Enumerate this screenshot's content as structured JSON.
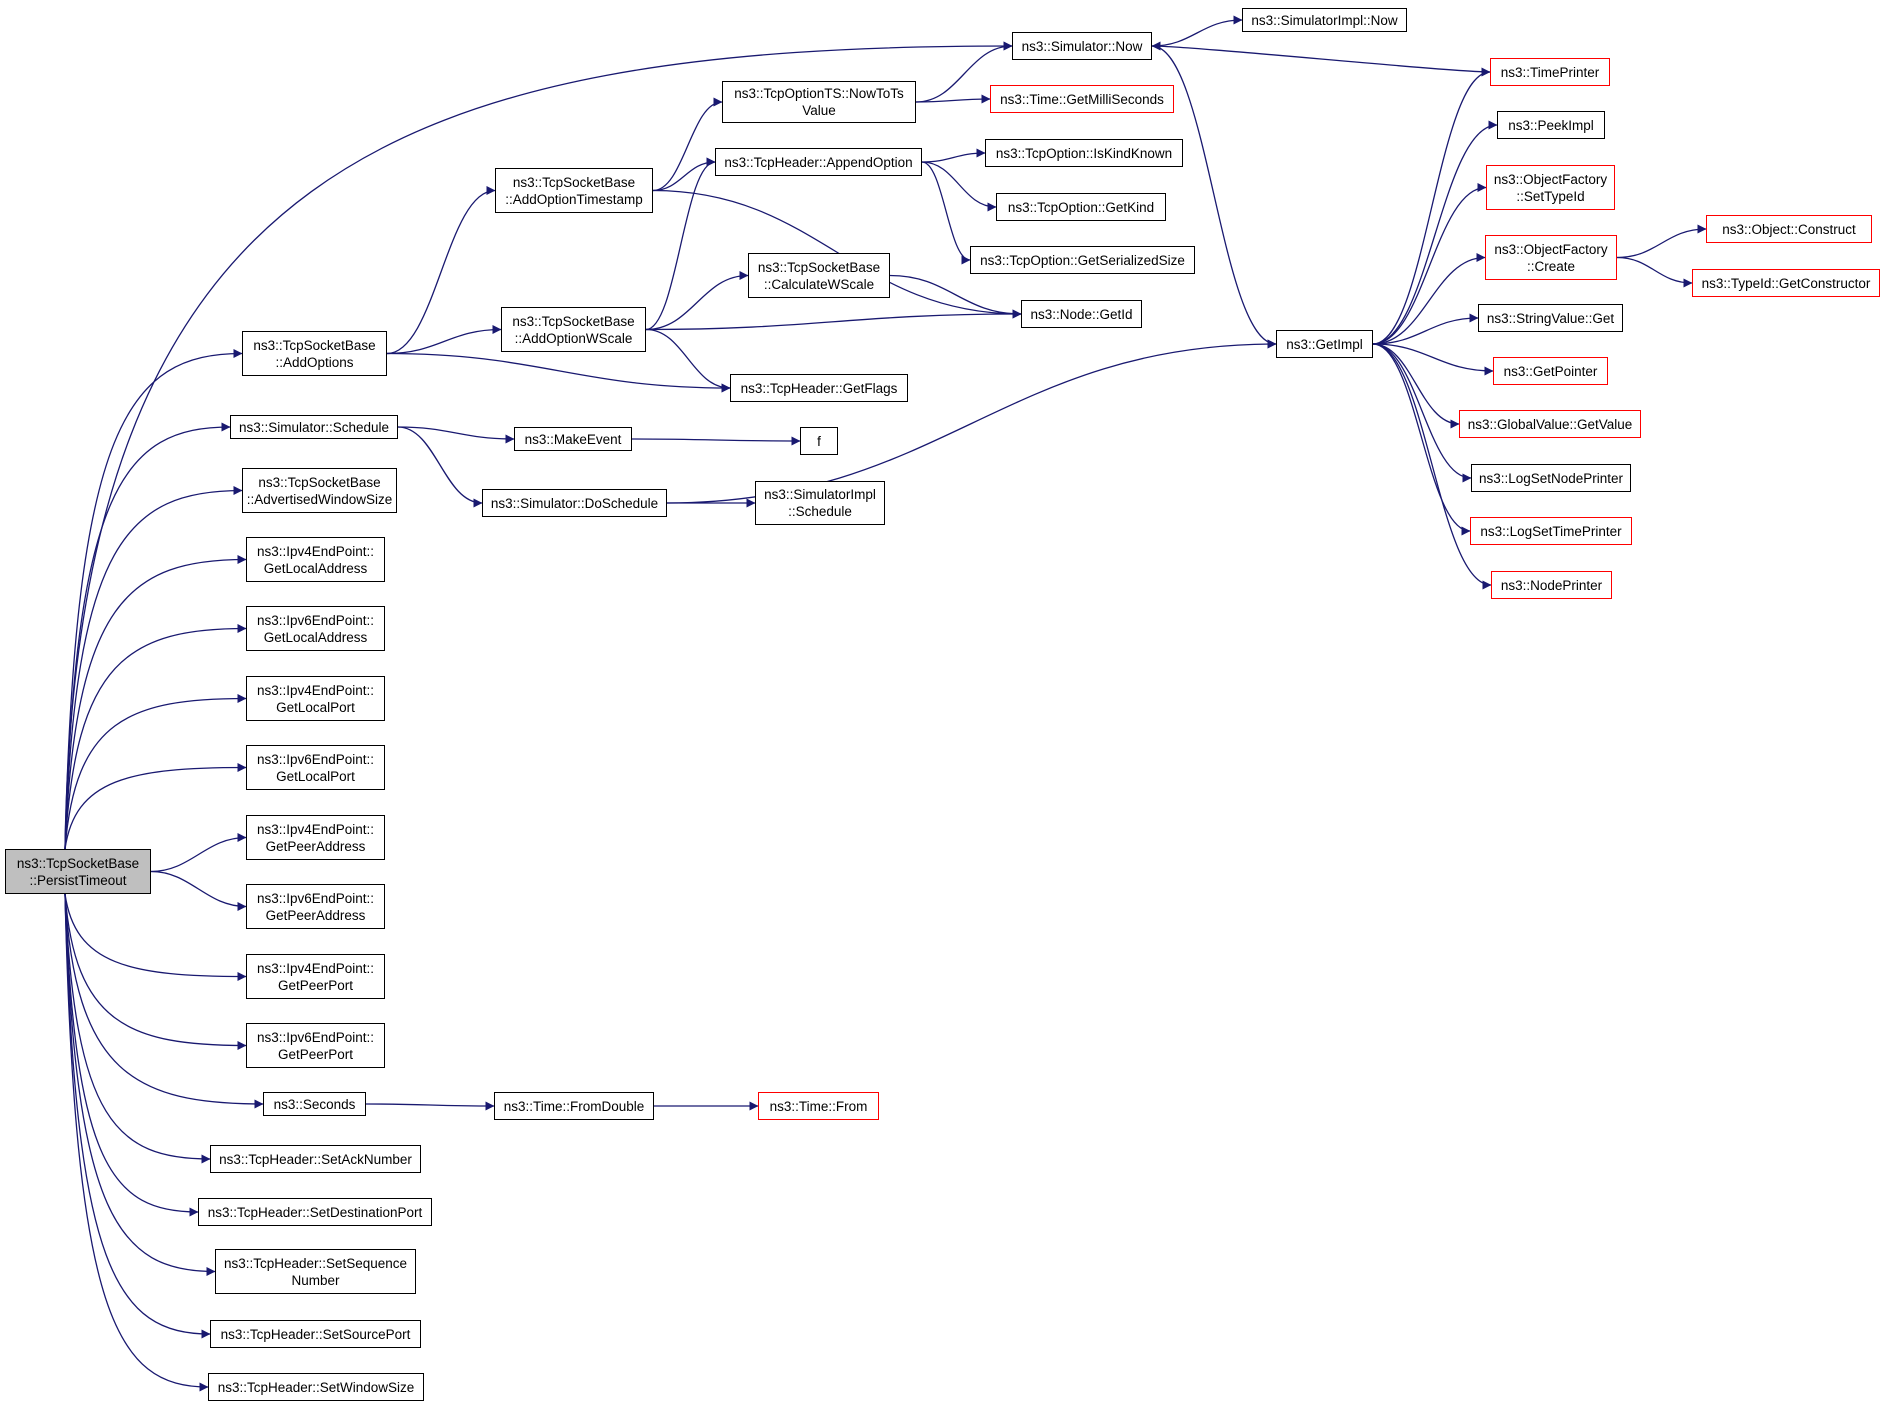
{
  "diagram": {
    "title": "",
    "edge_color": "#191970",
    "colors": {
      "default_border": "#000000",
      "truncated_border": "#ff0000",
      "root_fill": "#bfbfbf"
    },
    "nodes": [
      {
        "id": "root",
        "label": "ns3::TcpSocketBase\n::PersistTimeout",
        "style": "root"
      },
      {
        "id": "addOptions",
        "label": "ns3::TcpSocketBase\n::AddOptions",
        "style": "normal"
      },
      {
        "id": "schedule",
        "label": "ns3::Simulator::Schedule",
        "style": "normal"
      },
      {
        "id": "advWin",
        "label": "ns3::TcpSocketBase\n::AdvertisedWindowSize",
        "style": "normal"
      },
      {
        "id": "v4LocalAddr",
        "label": "ns3::Ipv4EndPoint::\nGetLocalAddress",
        "style": "normal"
      },
      {
        "id": "v6LocalAddr",
        "label": "ns3::Ipv6EndPoint::\nGetLocalAddress",
        "style": "normal"
      },
      {
        "id": "v4LocalPort",
        "label": "ns3::Ipv4EndPoint::\nGetLocalPort",
        "style": "normal"
      },
      {
        "id": "v6LocalPort",
        "label": "ns3::Ipv6EndPoint::\nGetLocalPort",
        "style": "normal"
      },
      {
        "id": "v4PeerAddr",
        "label": "ns3::Ipv4EndPoint::\nGetPeerAddress",
        "style": "normal"
      },
      {
        "id": "v6PeerAddr",
        "label": "ns3::Ipv6EndPoint::\nGetPeerAddress",
        "style": "normal"
      },
      {
        "id": "v4PeerPort",
        "label": "ns3::Ipv4EndPoint::\nGetPeerPort",
        "style": "normal"
      },
      {
        "id": "v6PeerPort",
        "label": "ns3::Ipv6EndPoint::\nGetPeerPort",
        "style": "normal"
      },
      {
        "id": "seconds",
        "label": "ns3::Seconds",
        "style": "normal"
      },
      {
        "id": "setAck",
        "label": "ns3::TcpHeader::SetAckNumber",
        "style": "normal"
      },
      {
        "id": "setDest",
        "label": "ns3::TcpHeader::SetDestinationPort",
        "style": "normal"
      },
      {
        "id": "setSeq",
        "label": "ns3::TcpHeader::SetSequence\nNumber",
        "style": "normal"
      },
      {
        "id": "setSrc",
        "label": "ns3::TcpHeader::SetSourcePort",
        "style": "normal"
      },
      {
        "id": "setWin",
        "label": "ns3::TcpHeader::SetWindowSize",
        "style": "normal"
      },
      {
        "id": "addTs",
        "label": "ns3::TcpSocketBase\n::AddOptionTimestamp",
        "style": "normal"
      },
      {
        "id": "addWs",
        "label": "ns3::TcpSocketBase\n::AddOptionWScale",
        "style": "normal"
      },
      {
        "id": "getFlags",
        "label": "ns3::TcpHeader::GetFlags",
        "style": "normal"
      },
      {
        "id": "makeEvent",
        "label": "ns3::MakeEvent",
        "style": "normal"
      },
      {
        "id": "doSchedule",
        "label": "ns3::Simulator::DoSchedule",
        "style": "normal"
      },
      {
        "id": "fromDouble",
        "label": "ns3::Time::FromDouble",
        "style": "normal"
      },
      {
        "id": "timeFrom",
        "label": "ns3::Time::From",
        "style": "red"
      },
      {
        "id": "nowToTs",
        "label": "ns3::TcpOptionTS::NowToTs\nValue",
        "style": "normal"
      },
      {
        "id": "appendOpt",
        "label": "ns3::TcpHeader::AppendOption",
        "style": "normal"
      },
      {
        "id": "calcWs",
        "label": "ns3::TcpSocketBase\n::CalculateWScale",
        "style": "normal"
      },
      {
        "id": "f",
        "label": "f",
        "style": "normal"
      },
      {
        "id": "implSchedule",
        "label": "ns3::SimulatorImpl\n::Schedule",
        "style": "normal"
      },
      {
        "id": "simNow",
        "label": "ns3::Simulator::Now",
        "style": "normal"
      },
      {
        "id": "getMilli",
        "label": "ns3::Time::GetMilliSeconds",
        "style": "red"
      },
      {
        "id": "isKindKnown",
        "label": "ns3::TcpOption::IsKindKnown",
        "style": "normal"
      },
      {
        "id": "getKind",
        "label": "ns3::TcpOption::GetKind",
        "style": "normal"
      },
      {
        "id": "getSerSize",
        "label": "ns3::TcpOption::GetSerializedSize",
        "style": "normal"
      },
      {
        "id": "nodeGetId",
        "label": "ns3::Node::GetId",
        "style": "normal"
      },
      {
        "id": "implNow",
        "label": "ns3::SimulatorImpl::Now",
        "style": "normal"
      },
      {
        "id": "getImpl",
        "label": "ns3::GetImpl",
        "style": "normal"
      },
      {
        "id": "timePrinter",
        "label": "ns3::TimePrinter",
        "style": "red"
      },
      {
        "id": "peekImpl",
        "label": "ns3::PeekImpl",
        "style": "normal"
      },
      {
        "id": "ofSetTypeId",
        "label": "ns3::ObjectFactory\n::SetTypeId",
        "style": "red"
      },
      {
        "id": "ofCreate",
        "label": "ns3::ObjectFactory\n::Create",
        "style": "red"
      },
      {
        "id": "strGet",
        "label": "ns3::StringValue::Get",
        "style": "normal"
      },
      {
        "id": "getPointer",
        "label": "ns3::GetPointer",
        "style": "red"
      },
      {
        "id": "gvGetValue",
        "label": "ns3::GlobalValue::GetValue",
        "style": "red"
      },
      {
        "id": "logSetNode",
        "label": "ns3::LogSetNodePrinter",
        "style": "normal"
      },
      {
        "id": "logSetTime",
        "label": "ns3::LogSetTimePrinter",
        "style": "red"
      },
      {
        "id": "nodePrinter",
        "label": "ns3::NodePrinter",
        "style": "red"
      },
      {
        "id": "objConstruct",
        "label": "ns3::Object::Construct",
        "style": "red"
      },
      {
        "id": "getCtor",
        "label": "ns3::TypeId::GetConstructor",
        "style": "red"
      }
    ],
    "edges": [
      [
        "root",
        "simNow"
      ],
      [
        "root",
        "addOptions"
      ],
      [
        "root",
        "schedule"
      ],
      [
        "root",
        "advWin"
      ],
      [
        "root",
        "v4LocalAddr"
      ],
      [
        "root",
        "v6LocalAddr"
      ],
      [
        "root",
        "v4LocalPort"
      ],
      [
        "root",
        "v6LocalPort"
      ],
      [
        "root",
        "v4PeerAddr"
      ],
      [
        "root",
        "v6PeerAddr"
      ],
      [
        "root",
        "v4PeerPort"
      ],
      [
        "root",
        "v6PeerPort"
      ],
      [
        "root",
        "seconds"
      ],
      [
        "root",
        "setAck"
      ],
      [
        "root",
        "setDest"
      ],
      [
        "root",
        "setSeq"
      ],
      [
        "root",
        "setSrc"
      ],
      [
        "root",
        "setWin"
      ],
      [
        "addOptions",
        "addTs"
      ],
      [
        "addOptions",
        "addWs"
      ],
      [
        "addOptions",
        "getFlags"
      ],
      [
        "addTs",
        "nowToTs"
      ],
      [
        "addTs",
        "appendOpt"
      ],
      [
        "addTs",
        "nodeGetId"
      ],
      [
        "addWs",
        "appendOpt"
      ],
      [
        "addWs",
        "calcWs"
      ],
      [
        "addWs",
        "nodeGetId"
      ],
      [
        "addWs",
        "getFlags"
      ],
      [
        "calcWs",
        "nodeGetId"
      ],
      [
        "nowToTs",
        "simNow"
      ],
      [
        "nowToTs",
        "getMilli"
      ],
      [
        "appendOpt",
        "isKindKnown"
      ],
      [
        "appendOpt",
        "getKind"
      ],
      [
        "appendOpt",
        "getSerSize"
      ],
      [
        "schedule",
        "makeEvent"
      ],
      [
        "schedule",
        "doSchedule"
      ],
      [
        "makeEvent",
        "f"
      ],
      [
        "doSchedule",
        "implSchedule"
      ],
      [
        "doSchedule",
        "getImpl"
      ],
      [
        "seconds",
        "fromDouble"
      ],
      [
        "fromDouble",
        "timeFrom"
      ],
      [
        "simNow",
        "implNow"
      ],
      [
        "simNow",
        "getImpl"
      ],
      [
        "getImpl",
        "timePrinter"
      ],
      [
        "getImpl",
        "peekImpl"
      ],
      [
        "getImpl",
        "ofSetTypeId"
      ],
      [
        "getImpl",
        "ofCreate"
      ],
      [
        "getImpl",
        "strGet"
      ],
      [
        "getImpl",
        "getPointer"
      ],
      [
        "getImpl",
        "gvGetValue"
      ],
      [
        "getImpl",
        "logSetNode"
      ],
      [
        "getImpl",
        "logSetTime"
      ],
      [
        "getImpl",
        "nodePrinter"
      ],
      [
        "timePrinter",
        "simNow"
      ],
      [
        "ofCreate",
        "objConstruct"
      ],
      [
        "ofCreate",
        "getCtor"
      ]
    ]
  }
}
